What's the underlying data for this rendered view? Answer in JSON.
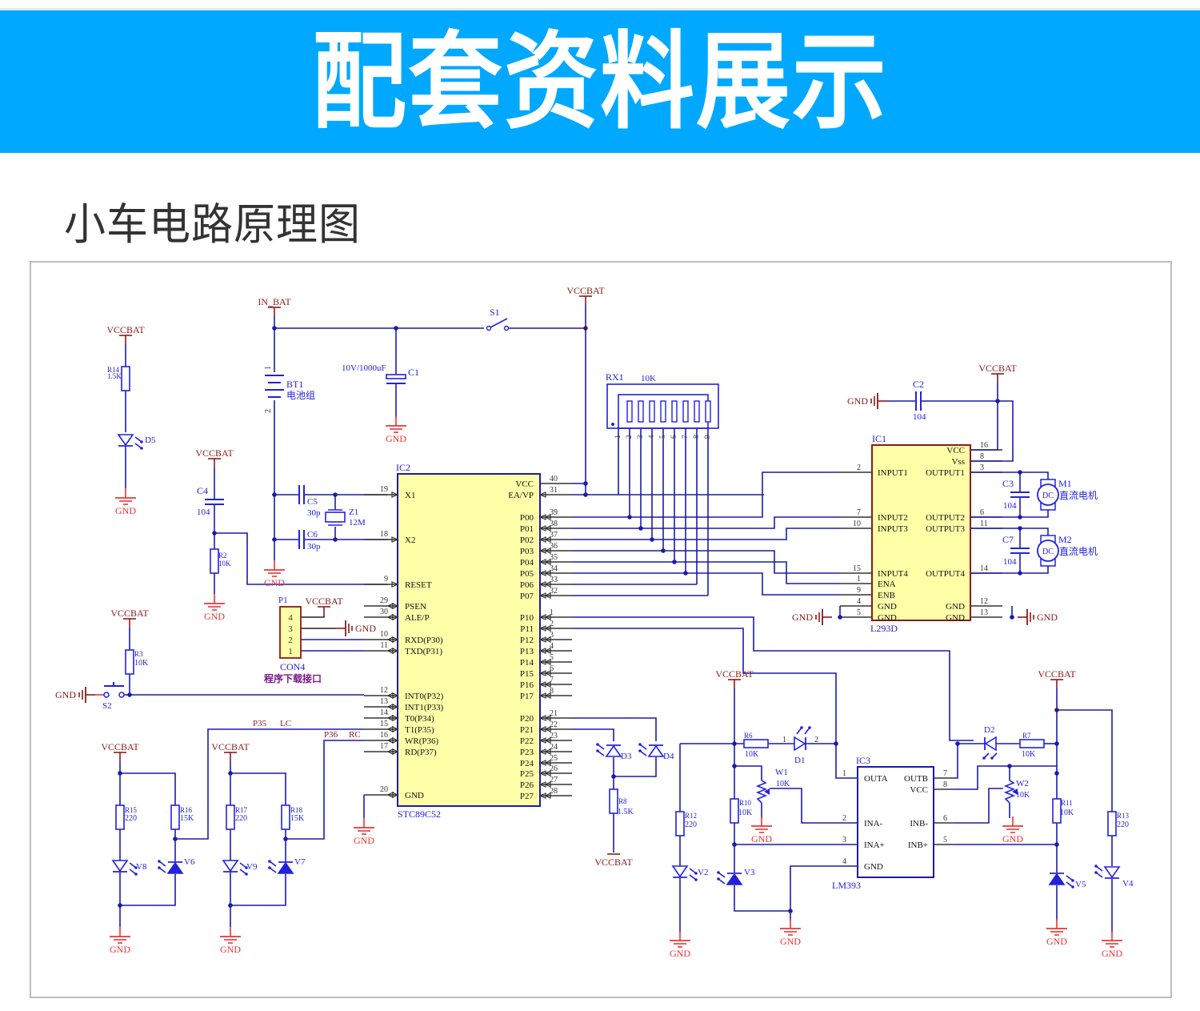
{
  "header": {
    "title": "配套资料展示"
  },
  "section": {
    "subtitle": "小车电路原理图"
  },
  "colors": {
    "banner": "#00a8ff",
    "wire": "#1c1ca8",
    "pin": "#333333",
    "power_label": "#8b1a1a",
    "gnd_label": "#ee3333",
    "component": "#2222dd",
    "ic_fill": "#ffffa8",
    "connector_note": "#7a1a8a"
  },
  "power": {
    "vcc": "VCCBAT",
    "gnd": "GND",
    "in_bat": "IN_BAT"
  },
  "components": {
    "R14": {
      "ref": "R14",
      "value": "1.5K"
    },
    "D5": {
      "ref": "D5"
    },
    "C4": {
      "ref": "C4",
      "value": "104"
    },
    "R2": {
      "ref": "R2",
      "value": "10K"
    },
    "BT1": {
      "ref": "BT1",
      "value": "电池组",
      "pin1": "1",
      "pin2": "2"
    },
    "C1": {
      "ref": "C1",
      "value": "10V/1000uF"
    },
    "S1": {
      "ref": "S1"
    },
    "C5": {
      "ref": "C5",
      "value": "30p"
    },
    "C6": {
      "ref": "C6",
      "value": "30p"
    },
    "Z1": {
      "ref": "Z1",
      "value": "12M"
    },
    "P1": {
      "ref": "P1",
      "part": "CON4",
      "note": "程序下载接口",
      "pins": [
        "4",
        "3",
        "2",
        "1"
      ]
    },
    "R3": {
      "ref": "R3",
      "value": "10K"
    },
    "S2": {
      "ref": "S2"
    },
    "R15": {
      "ref": "R15",
      "value": "220"
    },
    "R16": {
      "ref": "R16",
      "value": "15K"
    },
    "R17": {
      "ref": "R17",
      "value": "220"
    },
    "R18": {
      "ref": "R18",
      "value": "15K"
    },
    "V8": {
      "ref": "V8"
    },
    "V6": {
      "ref": "V6"
    },
    "V9": {
      "ref": "V9"
    },
    "V7": {
      "ref": "V7"
    },
    "net_p35": {
      "port": "P35",
      "name": "LC"
    },
    "net_p36": {
      "port": "P36",
      "name": "RC"
    },
    "RX1": {
      "ref": "RX1",
      "value": "10K",
      "pins": [
        "1",
        "2",
        "3",
        "4",
        "5",
        "6",
        "7",
        "8",
        "9"
      ]
    },
    "D3": {
      "ref": "D3"
    },
    "D4": {
      "ref": "D4"
    },
    "R8": {
      "ref": "R8",
      "value": "1.5K"
    },
    "C2": {
      "ref": "C2",
      "value": "104"
    },
    "C3": {
      "ref": "C3",
      "value": "104"
    },
    "C7": {
      "ref": "C7",
      "value": "104"
    },
    "M1": {
      "ref": "M1",
      "value": "直流电机",
      "symbol": "DC"
    },
    "M2": {
      "ref": "M2",
      "value": "直流电机",
      "symbol": "DC"
    },
    "R12": {
      "ref": "R12",
      "value": "220"
    },
    "R6": {
      "ref": "R6",
      "value": "10K"
    },
    "D1": {
      "ref": "D1",
      "pin1": "1",
      "pin2": "2"
    },
    "W1": {
      "ref": "W1",
      "value": "10K"
    },
    "R10": {
      "ref": "R10",
      "value": "10K"
    },
    "V2": {
      "ref": "V2"
    },
    "V3": {
      "ref": "V3"
    },
    "D2": {
      "ref": "D2"
    },
    "R7": {
      "ref": "R7",
      "value": "10K"
    },
    "W2": {
      "ref": "W2",
      "value": "10K"
    },
    "R11": {
      "ref": "R11",
      "value": "10K"
    },
    "R13": {
      "ref": "R13",
      "value": "220"
    },
    "V5": {
      "ref": "V5"
    },
    "V4": {
      "ref": "V4"
    }
  },
  "ic2": {
    "ref": "IC2",
    "part": "STC89C52",
    "left_pins": [
      {
        "num": "19",
        "name": "X1"
      },
      {
        "num": "18",
        "name": "X2"
      },
      {
        "num": "9",
        "name": "RESET"
      },
      {
        "num": "29",
        "name": "PSEN"
      },
      {
        "num": "30",
        "name": "ALE/P"
      },
      {
        "num": "10",
        "name": "RXD(P30)"
      },
      {
        "num": "11",
        "name": "TXD(P31)"
      },
      {
        "num": "12",
        "name": "INT0(P32)"
      },
      {
        "num": "13",
        "name": "INT1(P33)"
      },
      {
        "num": "14",
        "name": "T0(P34)"
      },
      {
        "num": "15",
        "name": "T1(P35)"
      },
      {
        "num": "16",
        "name": "WR(P36)"
      },
      {
        "num": "17",
        "name": "RD(P37)"
      },
      {
        "num": "20",
        "name": "GND"
      }
    ],
    "right_pins": [
      {
        "num": "40",
        "name": "VCC"
      },
      {
        "num": "31",
        "name": "EA/VP"
      },
      {
        "num": "39",
        "name": "P00"
      },
      {
        "num": "38",
        "name": "P01"
      },
      {
        "num": "37",
        "name": "P02"
      },
      {
        "num": "36",
        "name": "P03"
      },
      {
        "num": "35",
        "name": "P04"
      },
      {
        "num": "34",
        "name": "P05"
      },
      {
        "num": "33",
        "name": "P06"
      },
      {
        "num": "32",
        "name": "P07"
      },
      {
        "num": "1",
        "name": "P10"
      },
      {
        "num": "2",
        "name": "P11"
      },
      {
        "num": "3",
        "name": "P12"
      },
      {
        "num": "4",
        "name": "P13"
      },
      {
        "num": "5",
        "name": "P14"
      },
      {
        "num": "6",
        "name": "P15"
      },
      {
        "num": "7",
        "name": "P16"
      },
      {
        "num": "8",
        "name": "P17"
      },
      {
        "num": "21",
        "name": "P20"
      },
      {
        "num": "22",
        "name": "P21"
      },
      {
        "num": "23",
        "name": "P22"
      },
      {
        "num": "24",
        "name": "P23"
      },
      {
        "num": "25",
        "name": "P24"
      },
      {
        "num": "26",
        "name": "P25"
      },
      {
        "num": "27",
        "name": "P26"
      },
      {
        "num": "28",
        "name": "P27"
      }
    ]
  },
  "ic1": {
    "ref": "IC1",
    "part": "L293D",
    "left_pins": [
      {
        "num": "2",
        "name": "INPUT1"
      },
      {
        "num": "7",
        "name": "INPUT2"
      },
      {
        "num": "10",
        "name": "INPUT3"
      },
      {
        "num": "15",
        "name": "INPUT4"
      },
      {
        "num": "1",
        "name": "ENA"
      },
      {
        "num": "9",
        "name": "ENB"
      },
      {
        "num": "4",
        "name": "GND"
      },
      {
        "num": "5",
        "name": "GND"
      }
    ],
    "right_pins": [
      {
        "num": "16",
        "name": "VCC"
      },
      {
        "num": "8",
        "name": "Vss"
      },
      {
        "num": "3",
        "name": "OUTPUT1"
      },
      {
        "num": "6",
        "name": "OUTPUT2"
      },
      {
        "num": "11",
        "name": "OUTPUT3"
      },
      {
        "num": "14",
        "name": "OUTPUT4"
      },
      {
        "num": "12",
        "name": "GND"
      },
      {
        "num": "13",
        "name": "GND"
      }
    ]
  },
  "ic3": {
    "ref": "IC3",
    "part": "LM393",
    "left_pins": [
      {
        "num": "1",
        "name": "OUTA"
      },
      {
        "num": "2",
        "name": "INA-"
      },
      {
        "num": "3",
        "name": "INA+"
      },
      {
        "num": "4",
        "name": "GND"
      }
    ],
    "right_pins": [
      {
        "num": "7",
        "name": "OUTB"
      },
      {
        "num": "8",
        "name": "VCC"
      },
      {
        "num": "6",
        "name": "INB-"
      },
      {
        "num": "5",
        "name": "INB+"
      }
    ]
  }
}
